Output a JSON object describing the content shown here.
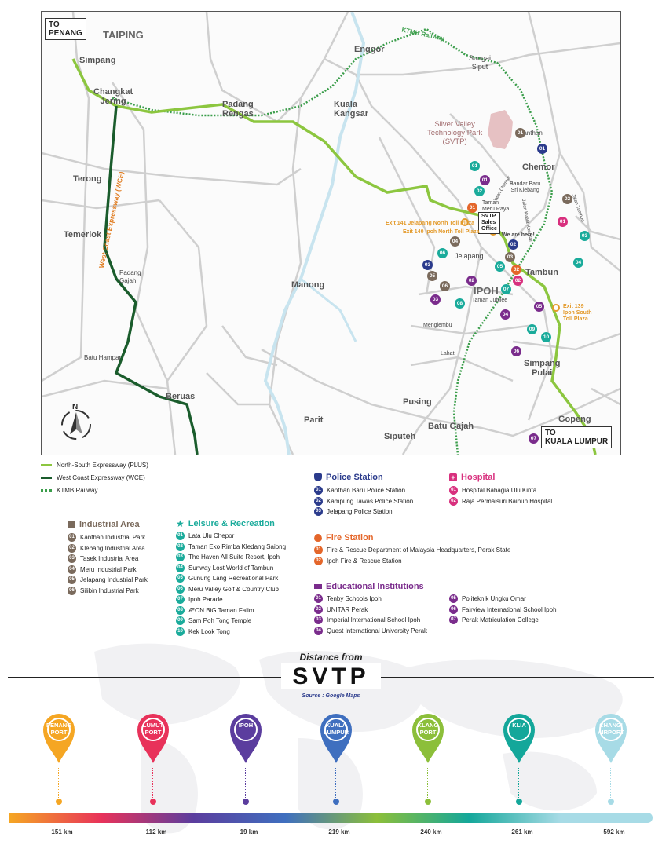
{
  "map": {
    "to_penang": "TO\nPENANG",
    "to_kl": "TO\nKUALA LUMPUR",
    "towns": {
      "taiping": "TAIPING",
      "simpang": "Simpang",
      "changkat_jering": "Changkat\nJering",
      "enggor": "Enggor",
      "sungai_siput": "Sungai\nSiput",
      "padang_rengas": "Padang\nRengas",
      "kuala_kangsar": "Kuala\nKangsar",
      "kanthan": "Kanthan",
      "chemor": "Chemor",
      "terong": "Terong",
      "temerlok": "Temerlok",
      "padang_gajah": "Padang\nGajah",
      "manong": "Manong",
      "batu_hampar": "Batu Hampar",
      "beruas": "Beruas",
      "parit": "Parit",
      "siputeh": "Siputeh",
      "pusing": "Pusing",
      "batu_gajah": "Batu Gajah",
      "jelapang": "Jelapang",
      "ipoh": "IPOH",
      "tambun": "Tambun",
      "simpang_pulai": "Simpang\nPulai",
      "gopeng": "Gopeng",
      "menglembu": "Menglembu",
      "lahat": "Lahat",
      "taman_jubilee": "Taman Jubilee",
      "taman_meru_raya": "Taman\nMeru Raya",
      "bandar_baru": "Bandar Baru\nSri Klebang",
      "jalan_chemor": "Jalan Chemor",
      "jalan_tambun": "Jalan Tambun",
      "jalan_kuala_kangsar": "Jalan Kuala Kangsar",
      "jalan_chemor2": "Jalan Chemor"
    },
    "svtp_label": "Silver Valley\nTechnology Park\n(SVTP)",
    "sales_office": "SVTP\nSales\nOffice",
    "we_are_here": "We are here!",
    "ktmb": "KTMB Railway",
    "wce_label": "West Coast Expressway (WCE)",
    "exit141": "Exit 141 Jelapang North Toll Plaza",
    "exit140": "Exit 140 Ipoh North Toll Plaza",
    "exit139": "Exit 139\nIpoh South\nToll Plaza",
    "north_letter": "N"
  },
  "legend_lines": [
    {
      "label": "North-South Expressway (PLUS)",
      "color": "#8cc63f",
      "style": "solid"
    },
    {
      "label": "West Coast Expressway (WCE)",
      "color": "#1a5c2c",
      "style": "solid"
    },
    {
      "label": "KTMB Railway",
      "color": "#3a9d4a",
      "style": "dotted"
    }
  ],
  "colors": {
    "industrial": "#7a6a5c",
    "leisure": "#1aab9b",
    "police": "#2b3b8c",
    "fire": "#e4662a",
    "hospital": "#d8307e",
    "education": "#7a2c8c",
    "plus": "#8cc63f",
    "wce": "#1a5c2c"
  },
  "industrial": {
    "title": "Industrial Area",
    "items": [
      "Kanthan Industrial Park",
      "Klebang Industrial Area",
      "Tasek Industrial Area",
      "Meru Industrial Park",
      "Jelapang Industrial Park",
      "Silibin Industrial Park"
    ]
  },
  "leisure": {
    "title": "Leisure & Recreation",
    "items": [
      "Lata Ulu Chepor",
      "Taman Eko Rimba Kledang Saiong",
      "The Haven All Suite Resort, Ipoh",
      "Sunway Lost World of Tambun",
      "Gunung Lang Recreational Park",
      "Meru Valley Golf & Country Club",
      "Ipoh Parade",
      "ÆON BiG Taman Falim",
      "Sam Poh Tong Temple",
      "Kek Look Tong"
    ]
  },
  "police": {
    "title": "Police Station",
    "items": [
      "Kanthan Baru Police Station",
      "Kampung Tawas Police Station",
      "Jelapang Police Station"
    ]
  },
  "hospital": {
    "title": "Hospital",
    "items": [
      "Hospital Bahagia Ulu Kinta",
      "Raja Permaisuri Bainun Hospital"
    ]
  },
  "fire": {
    "title": "Fire Station",
    "items": [
      "Fire & Rescue Department of Malaysia Headquarters, Perak State",
      "Ipoh Fire & Rescue Station"
    ]
  },
  "education": {
    "title": "Educational Institutions",
    "items": [
      "Tenby Schools Ipoh",
      "UNITAR Perak",
      "Imperial International School Ipoh",
      "Quest International University Perak",
      "Politeknik Ungku Omar",
      "Fairview International School Ipoh",
      "Perak Matriculation College"
    ]
  },
  "numbers": [
    "01",
    "02",
    "03",
    "04",
    "05",
    "06",
    "07",
    "08",
    "09",
    "10"
  ],
  "distance": {
    "heading": "Distance from",
    "brand": "SVTP",
    "source": "Source : Google Maps",
    "destinations": [
      {
        "name": "PENANG\nPORT",
        "km": "151 km",
        "color": "#f5a623"
      },
      {
        "name": "LUMUT\nPORT",
        "km": "112 km",
        "color": "#e8325a"
      },
      {
        "name": "IPOH",
        "km": "19 km",
        "color": "#5b3d9e"
      },
      {
        "name": "KUALA\nLUMPUR",
        "km": "219 km",
        "color": "#3f6fbf"
      },
      {
        "name": "KLANG\nPORT",
        "km": "240 km",
        "color": "#8cbf3a"
      },
      {
        "name": "KLIA",
        "km": "261 km",
        "color": "#14a79a"
      },
      {
        "name": "CHANGI\nAIRPORT",
        "km": "592 km",
        "color": "#a7dbe6"
      }
    ]
  }
}
